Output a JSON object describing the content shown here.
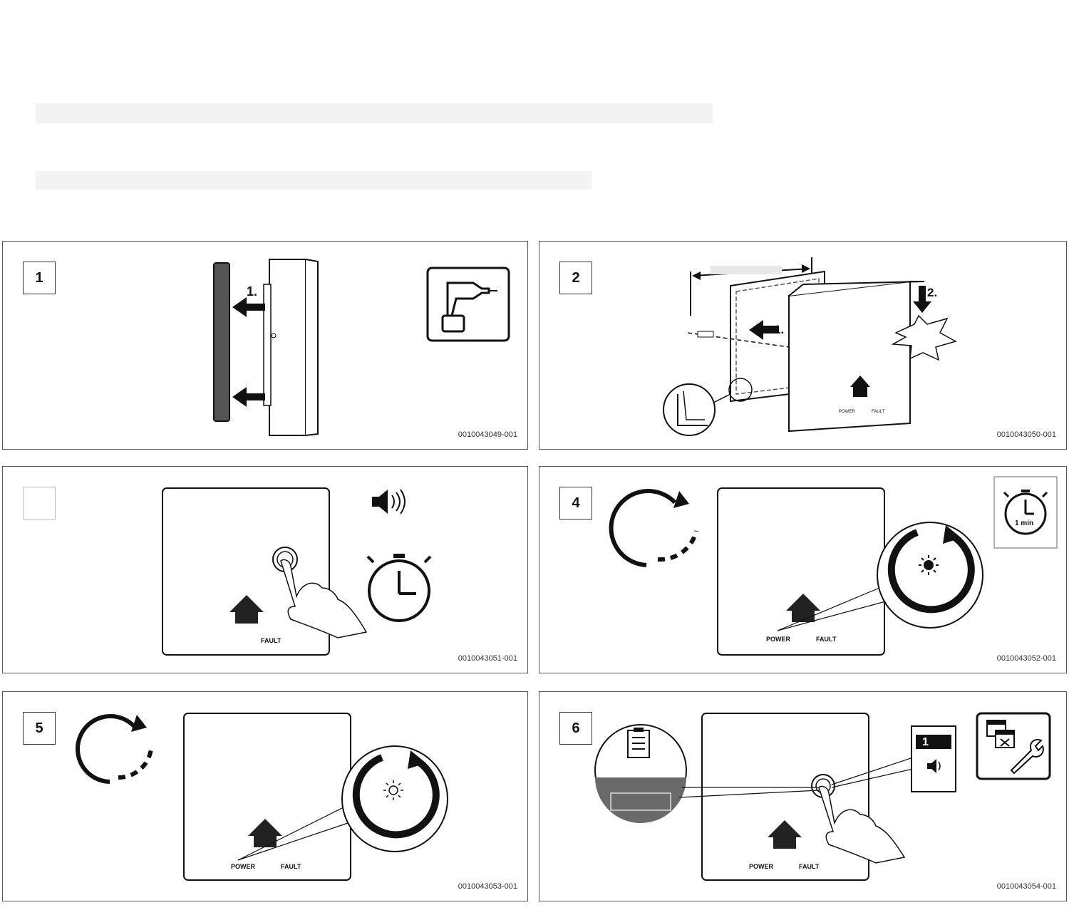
{
  "header": {
    "note": ""
  },
  "steps": [
    {
      "number": "1",
      "code": "0010043049-001",
      "labels": {
        "arrow": "1."
      }
    },
    {
      "number": "2",
      "code": "0010043050-001",
      "labels": {
        "arrow1": "1.",
        "arrow2": "2.",
        "power": "POWER",
        "fault": "FAULT"
      }
    },
    {
      "number": "",
      "code": "0010043051-001",
      "labels": {
        "power": "",
        "fault": "FAULT"
      }
    },
    {
      "number": "4",
      "code": "0010043052-001",
      "labels": {
        "power": "POWER",
        "fault": "FAULT",
        "timer": "1 min"
      }
    },
    {
      "number": "5",
      "code": "0010043053-001",
      "labels": {
        "power": "POWER",
        "fault": "FAULT"
      }
    },
    {
      "number": "6",
      "code": "0010043054-001",
      "labels": {
        "power": "POWER",
        "fault": "FAULT",
        "display": "1"
      }
    }
  ],
  "colors": {
    "border": "#555555",
    "ink": "#111111",
    "panelBg": "#ffffff",
    "grey": "#666666"
  }
}
